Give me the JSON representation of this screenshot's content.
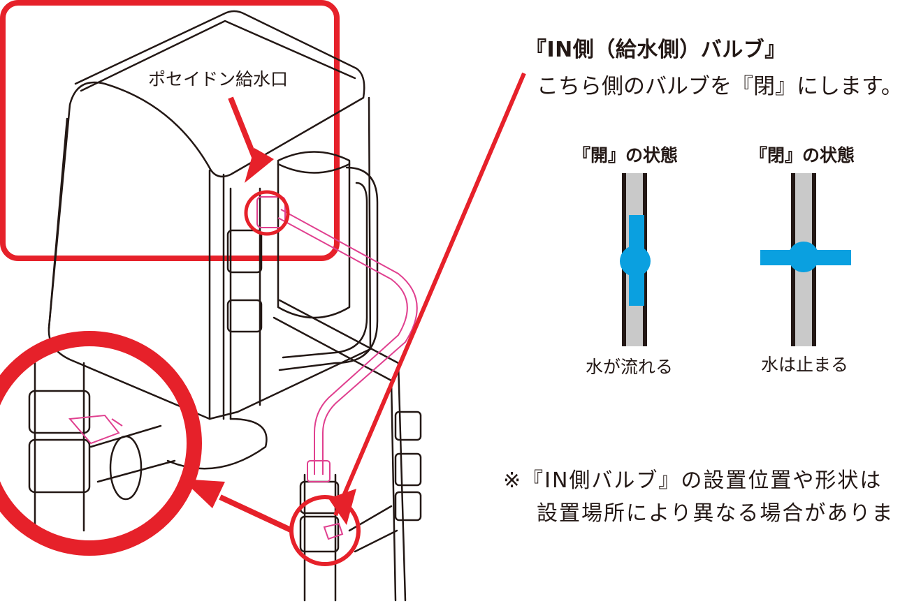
{
  "heading": "『IN側（給水側）バルブ』",
  "instruction": "こちら側のバルブを『閉』にします。",
  "outlet_label": "ポセイドン給水口",
  "state_panel": {
    "open": {
      "title": "『開』の状態",
      "caption": "水が流れる"
    },
    "closed": {
      "title": "『閉』の状態",
      "caption": "水は止まる"
    }
  },
  "note": {
    "line1": "※『IN側バルブ』の設置位置や形状は",
    "line2": "設置場所により異なる場合がありま"
  },
  "colors": {
    "accent_red": "#e6212a",
    "valve_blue": "#0aa0e0",
    "pipe_gray": "#c9c9c9",
    "pipe_pink": "#e0408f",
    "outline": "#231815"
  },
  "icons": [
    "red-arrow-icon",
    "valve-handle-icon",
    "pipe-icon"
  ]
}
